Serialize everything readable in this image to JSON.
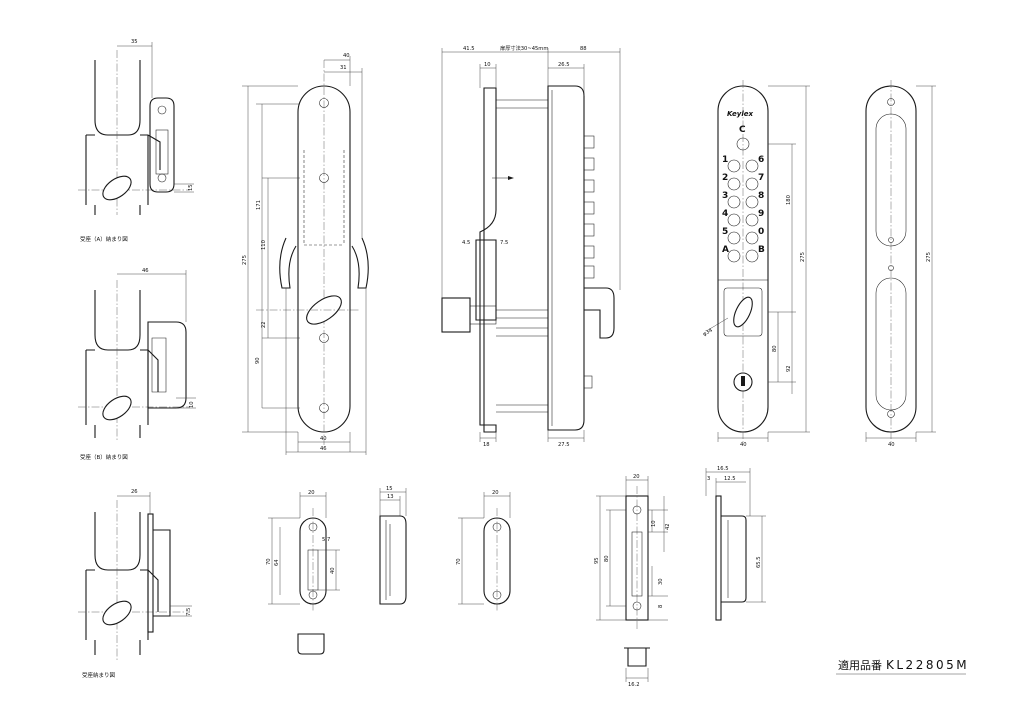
{
  "title_block": {
    "label": "適用品番",
    "code": "KL22805M"
  },
  "captions": {
    "view_a": "受座（A）納まり図",
    "view_b": "受座（B）納まり図",
    "view_c": "受座納まり図"
  },
  "brand_logo": "Keylex",
  "keypad": {
    "top_key": "C",
    "left_keys": [
      "1",
      "2",
      "3",
      "4",
      "5",
      "A"
    ],
    "right_keys": [
      "6",
      "7",
      "8",
      "9",
      "0",
      "B"
    ]
  },
  "dimensions": {
    "a_width": "35",
    "a_gap": "15",
    "b_width": "46",
    "b_gap": "10",
    "c_width": "26",
    "c_gap": "7.5",
    "front_top_40": "40",
    "front_top_31": "31",
    "front_171": "171",
    "front_110": "110",
    "front_275": "275",
    "front_22": "22",
    "front_90": "90",
    "front_bottom_40": "40",
    "front_bottom_46": "46",
    "side_41_5": "41.5",
    "side_door": "扉厚寸法30~45mm",
    "side_88": "88",
    "side_10": "10",
    "side_26_5": "26.5",
    "side_4_5": "4.5",
    "side_7_5": "7.5",
    "side_bottom_18": "18",
    "side_bottom_27_5": "27.5",
    "outer_180": "180",
    "outer_275": "275",
    "outer_phi34": "φ34",
    "outer_80": "80",
    "outer_92": "92",
    "outer_40": "40",
    "back_275": "275",
    "back_40": "40",
    "sa_20": "20",
    "sa_70": "70",
    "sa_64": "64",
    "sa_5_7": "5.7",
    "sa_40": "40",
    "sb_15": "15",
    "sb_13": "13",
    "sc_20": "20",
    "sc_70": "70",
    "sd_20": "20",
    "sd_95": "95",
    "sd_80": "80",
    "sd_10": "10",
    "sd_42": "42",
    "sd_30": "30",
    "sd_8": "8",
    "sd_16_2": "16.2",
    "se_16_5": "16.5",
    "se_3": "3",
    "se_12_5": "12.5",
    "se_65_5": "65.5"
  }
}
